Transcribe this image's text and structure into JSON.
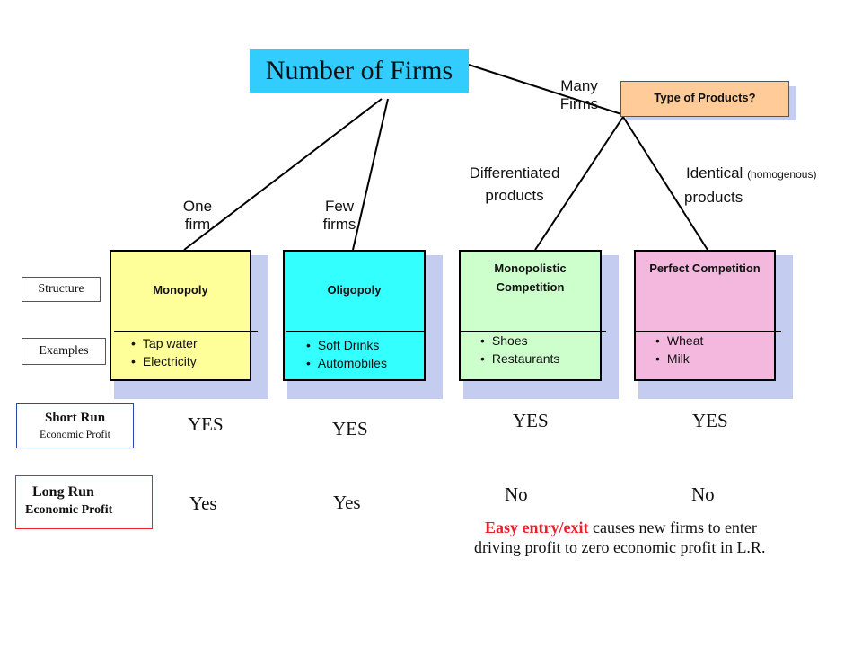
{
  "top": {
    "title": "Number of Firms"
  },
  "type_box": {
    "label": "Type of Products?"
  },
  "branches": {
    "one": "One firm",
    "few": "Few firms",
    "many": "Many Firms",
    "differentiated": "Differentiated products",
    "identical_main": "Identical",
    "identical_note": "(homogenous)",
    "identical_tail": "products"
  },
  "row_labels": {
    "structure": "Structure",
    "examples": "Examples",
    "short_run_1": "Short Run",
    "short_run_2": "Economic Profit",
    "long_run_1": "Long Run",
    "long_run_2": "Economic Profit"
  },
  "markets": [
    {
      "title": "Monopoly",
      "examples": [
        "Tap water",
        "Electricity"
      ],
      "short_run": "YES",
      "long_run": "Yes",
      "color": "#ffff99"
    },
    {
      "title": "Oligopoly",
      "examples": [
        "Soft Drinks",
        "Automobiles"
      ],
      "short_run": "YES",
      "long_run": "Yes",
      "color": "#33ffff"
    },
    {
      "title": "Monopolistic Competition",
      "examples": [
        "Shoes",
        "Restaurants"
      ],
      "short_run": "YES",
      "long_run": "No",
      "color": "#ccffcc"
    },
    {
      "title": "Perfect Competition",
      "examples": [
        "Wheat",
        "Milk"
      ],
      "short_run": "YES",
      "long_run": "No",
      "color": "#f4b8de"
    }
  ],
  "note": {
    "highlight": "Easy entry/exit",
    "part1": " causes new firms to enter",
    "part2": "driving profit to ",
    "underline": "zero economic profit",
    "part3": " in L.R."
  },
  "colors": {
    "highlight": "#e8202a",
    "short_run_border": "#3344aa",
    "long_run_border": "#e8202a"
  }
}
